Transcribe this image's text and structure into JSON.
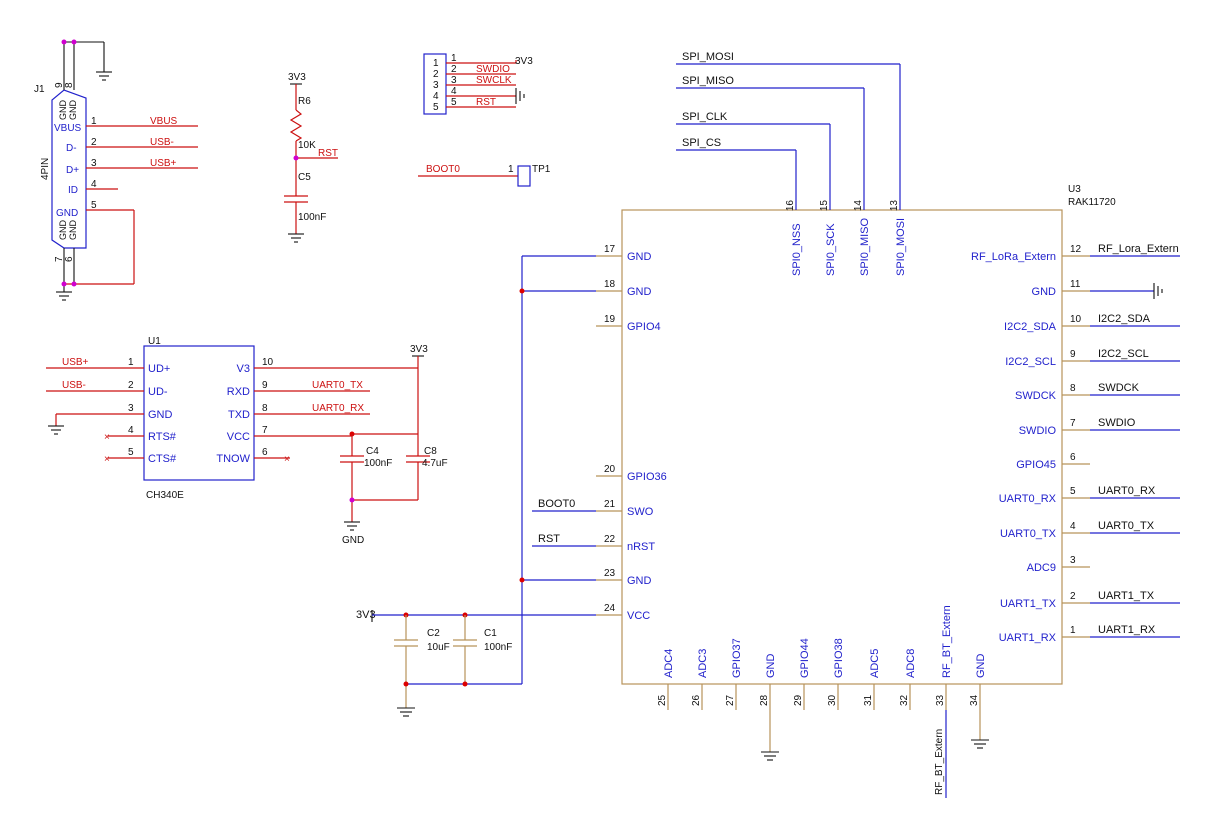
{
  "j1": {
    "ref": "J1",
    "part": "4PIN",
    "labels": [
      "GND",
      "GND",
      "VBUS",
      "D-",
      "D+",
      "ID",
      "GND",
      "GND",
      "GND"
    ],
    "pins": [
      "9",
      "8",
      "1",
      "2",
      "3",
      "4",
      "5",
      "7",
      "6"
    ],
    "nets": {
      "vbus": "VBUS",
      "usbm": "USB-",
      "usbp": "USB+"
    }
  },
  "r6": {
    "ref": "R6",
    "value": "10K",
    "supply": "3V3"
  },
  "c5": {
    "ref": "C5",
    "value": "100nF"
  },
  "rst_label": "RST",
  "swd_header": {
    "pins": [
      "1",
      "2",
      "3",
      "4",
      "5"
    ],
    "nets": [
      "SWDIO",
      "SWCLK",
      "RST"
    ],
    "wire_pins": [
      "1",
      "2",
      "3",
      "4",
      "5"
    ],
    "supply": "3V3"
  },
  "tp1": {
    "net": "BOOT0",
    "pin": "1",
    "ref": "TP1"
  },
  "u1": {
    "ref": "U1",
    "part": "CH340E",
    "left_pins": [
      {
        "num": "1",
        "name": "UD+",
        "net": "USB+"
      },
      {
        "num": "2",
        "name": "UD-",
        "net": "USB-"
      },
      {
        "num": "3",
        "name": "GND",
        "net": ""
      },
      {
        "num": "4",
        "name": "RTS#",
        "net": ""
      },
      {
        "num": "5",
        "name": "CTS#",
        "net": ""
      }
    ],
    "right_pins": [
      {
        "num": "10",
        "name": "V3",
        "net": ""
      },
      {
        "num": "9",
        "name": "RXD",
        "net": "UART0_TX"
      },
      {
        "num": "8",
        "name": "TXD",
        "net": "UART0_RX"
      },
      {
        "num": "7",
        "name": "VCC",
        "net": ""
      },
      {
        "num": "6",
        "name": "TNOW",
        "net": ""
      }
    ],
    "supply": "3V3",
    "c4": {
      "ref": "C4",
      "value": "100nF"
    },
    "c8": {
      "ref": "C8",
      "value": "4.7uF"
    },
    "gnd": "GND"
  },
  "u3": {
    "ref": "U3",
    "part": "RAK11720",
    "top_pins": [
      {
        "num": "16",
        "name": "SPI0_NSS",
        "net": "SPI_CS"
      },
      {
        "num": "15",
        "name": "SPI0_SCK",
        "net": "SPI_CLK"
      },
      {
        "num": "14",
        "name": "SPI0_MISO",
        "net": "SPI_MISO"
      },
      {
        "num": "13",
        "name": "SPI0_MOSI",
        "net": "SPI_MOSI"
      }
    ],
    "left_pins": [
      {
        "num": "17",
        "name": "GND",
        "net": ""
      },
      {
        "num": "18",
        "name": "GND",
        "net": ""
      },
      {
        "num": "19",
        "name": "GPIO4",
        "net": ""
      },
      {
        "num": "20",
        "name": "GPIO36",
        "net": ""
      },
      {
        "num": "21",
        "name": "SWO",
        "net": "BOOT0"
      },
      {
        "num": "22",
        "name": "nRST",
        "net": "RST"
      },
      {
        "num": "23",
        "name": "GND",
        "net": ""
      },
      {
        "num": "24",
        "name": "VCC",
        "net": ""
      }
    ],
    "right_pins": [
      {
        "num": "12",
        "name": "RF_LoRa_Extern",
        "net": "RF_Lora_Extern"
      },
      {
        "num": "11",
        "name": "GND",
        "net": ""
      },
      {
        "num": "10",
        "name": "I2C2_SDA",
        "net": "I2C2_SDA"
      },
      {
        "num": "9",
        "name": "I2C2_SCL",
        "net": "I2C2_SCL"
      },
      {
        "num": "8",
        "name": "SWDCK",
        "net": "SWDCK"
      },
      {
        "num": "7",
        "name": "SWDIO",
        "net": "SWDIO"
      },
      {
        "num": "6",
        "name": "GPIO45",
        "net": ""
      },
      {
        "num": "5",
        "name": "UART0_RX",
        "net": "UART0_RX"
      },
      {
        "num": "4",
        "name": "UART0_TX",
        "net": "UART0_TX"
      },
      {
        "num": "3",
        "name": "ADC9",
        "net": ""
      },
      {
        "num": "2",
        "name": "UART1_TX",
        "net": "UART1_TX"
      },
      {
        "num": "1",
        "name": "UART1_RX",
        "net": "UART1_RX"
      }
    ],
    "bottom_pins": [
      {
        "num": "25",
        "name": "ADC4"
      },
      {
        "num": "26",
        "name": "ADC3"
      },
      {
        "num": "27",
        "name": "GPIO37"
      },
      {
        "num": "28",
        "name": "GND"
      },
      {
        "num": "29",
        "name": "GPIO44"
      },
      {
        "num": "30",
        "name": "GPIO38"
      },
      {
        "num": "31",
        "name": "ADC5"
      },
      {
        "num": "32",
        "name": "ADC8"
      },
      {
        "num": "33",
        "name": "RF_BT_Extern"
      },
      {
        "num": "34",
        "name": "GND"
      }
    ],
    "rf_bt_net": "RF_BT_Extern"
  },
  "power": {
    "supply": "3V3",
    "c2": {
      "ref": "C2",
      "value": "10uF"
    },
    "c1": {
      "ref": "C1",
      "value": "100nF"
    }
  },
  "colors": {
    "net_blue": "#2222cc",
    "net_red": "#cc1111",
    "body": "#b8935a",
    "junction": "#d000d0"
  }
}
